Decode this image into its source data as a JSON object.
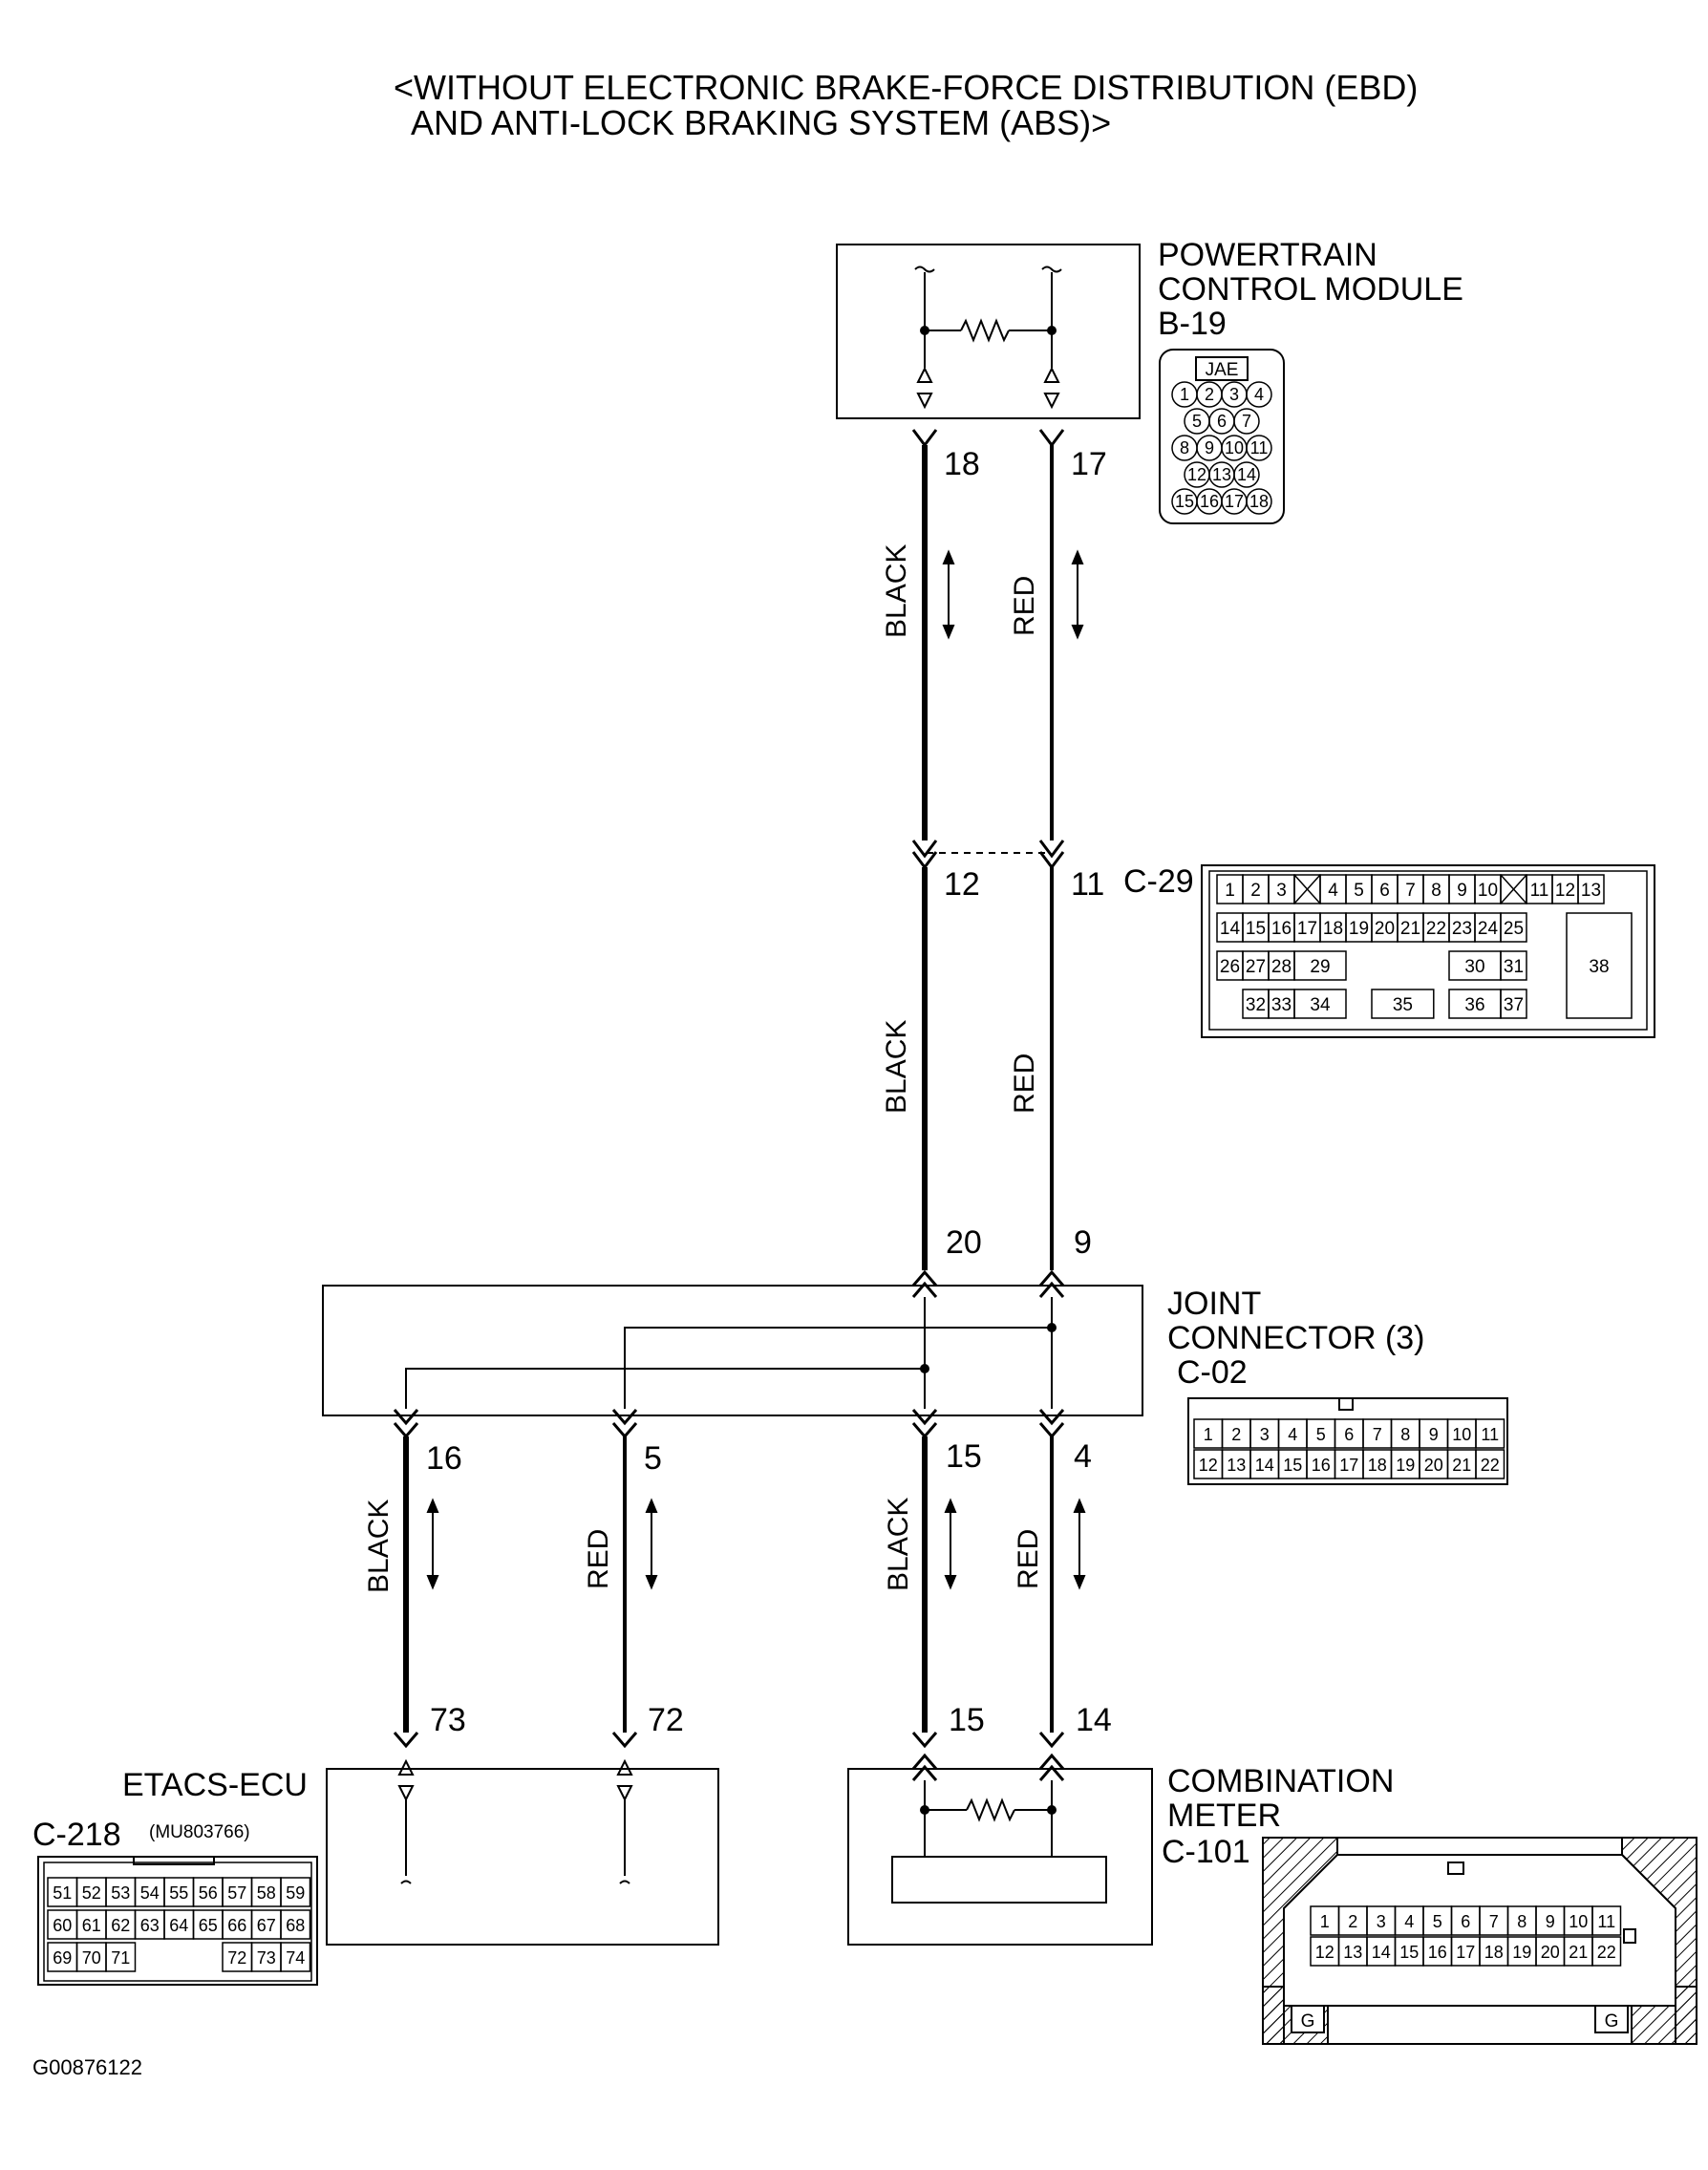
{
  "title": {
    "line1": "<WITHOUT ELECTRONIC BRAKE-FORCE DISTRIBUTION (EBD)",
    "line2": "AND ANTI-LOCK BRAKING SYSTEM (ABS)>"
  },
  "pcm": {
    "line1": "POWERTRAIN",
    "line2": "CONTROL MODULE",
    "code": "B-19",
    "maker": "JAE",
    "pins": [
      "1",
      "2",
      "3",
      "4",
      "5",
      "6",
      "7",
      "8",
      "9",
      "10",
      "11",
      "12",
      "13",
      "14",
      "15",
      "16",
      "17",
      "18"
    ]
  },
  "c29": {
    "code": "C-29",
    "pins": [
      "1",
      "2",
      "3",
      "4",
      "5",
      "6",
      "7",
      "8",
      "9",
      "10",
      "11",
      "12",
      "13",
      "14",
      "15",
      "16",
      "17",
      "18",
      "19",
      "20",
      "21",
      "22",
      "23",
      "24",
      "25",
      "26",
      "27",
      "28",
      "29",
      "30",
      "31",
      "32",
      "33",
      "34",
      "35",
      "36",
      "37",
      "38"
    ]
  },
  "joint": {
    "line1": "JOINT",
    "line2": "CONNECTOR (3)",
    "code": "C-02",
    "pins": [
      "1",
      "2",
      "3",
      "4",
      "5",
      "6",
      "7",
      "8",
      "9",
      "10",
      "11",
      "12",
      "13",
      "14",
      "15",
      "16",
      "17",
      "18",
      "19",
      "20",
      "21",
      "22"
    ]
  },
  "etacs": {
    "label": "ETACS-ECU",
    "code": "C-218",
    "part": "(MU803766)",
    "pins": [
      "51",
      "52",
      "53",
      "54",
      "55",
      "56",
      "57",
      "58",
      "59",
      "60",
      "61",
      "62",
      "63",
      "64",
      "65",
      "66",
      "67",
      "68",
      "69",
      "70",
      "71",
      "72",
      "73",
      "74"
    ]
  },
  "meter": {
    "line1": "COMBINATION",
    "line2": "METER",
    "code": "C-101",
    "ground": "G",
    "pins": [
      "1",
      "2",
      "3",
      "4",
      "5",
      "6",
      "7",
      "8",
      "9",
      "10",
      "11",
      "12",
      "13",
      "14",
      "15",
      "16",
      "17",
      "18",
      "19",
      "20",
      "21",
      "22"
    ]
  },
  "wires": {
    "black": "BLACK",
    "red": "RED"
  },
  "pin_numbers": {
    "p18": "18",
    "p17": "17",
    "p12": "12",
    "p11": "11",
    "p20": "20",
    "p9": "9",
    "p16": "16",
    "p5": "5",
    "p15a": "15",
    "p4": "4",
    "p73": "73",
    "p72": "72",
    "p15b": "15",
    "p14": "14"
  },
  "footer": "G00876122"
}
